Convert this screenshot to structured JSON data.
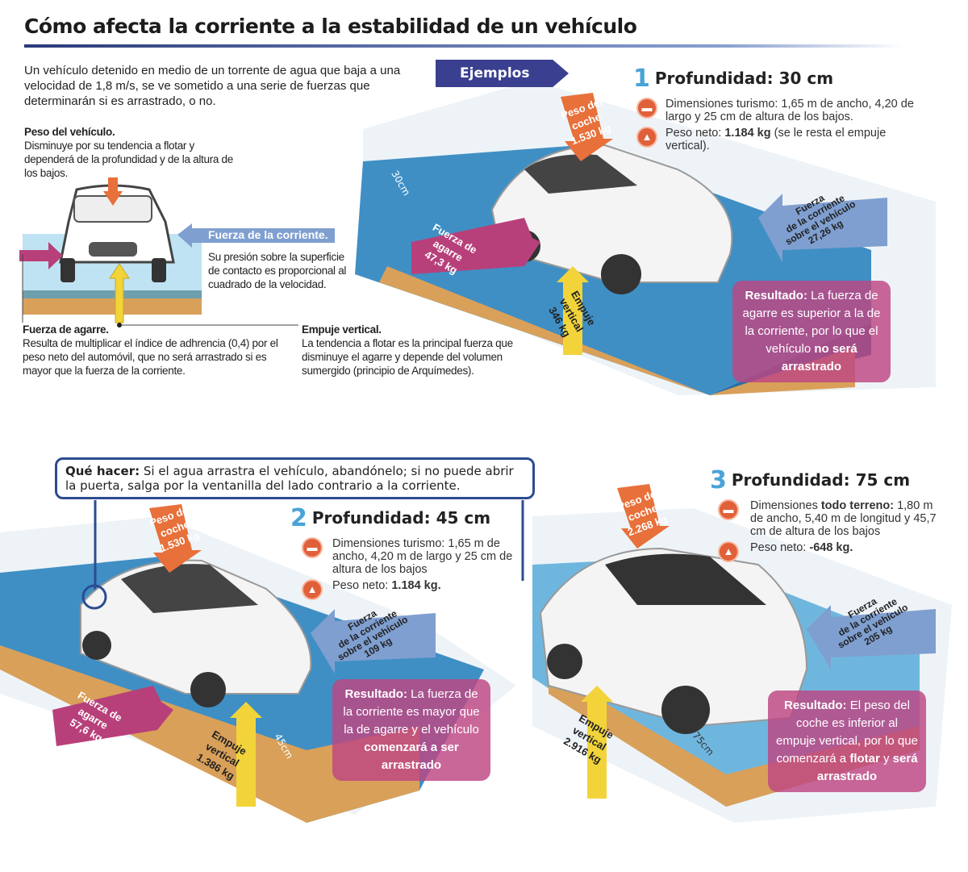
{
  "title": "Cómo afecta la corriente a la estabilidad de un vehículo",
  "intro": "Un vehículo detenido en medio de un torrente de agua que baja a una velocidad de 1,8 m/s, se ve sometido a una serie de fuerzas que determinarán si es arrastrado, o no.",
  "peso_vehiculo": {
    "heading": "Peso del vehículo.",
    "text": "Disminuye por su tendencia a flotar y dependerá de la profundidad y de la altura de los bajos."
  },
  "fuerza_corriente": {
    "label": "Fuerza de la corriente.",
    "text": "Su presión sobre la superficie de contacto es proporcional al cuadrado de la velocidad."
  },
  "fuerza_agarre": {
    "heading": "Fuerza de agarre.",
    "text": "Resulta de multiplicar el índice de adhrencia (0,4) por el peso neto del automóvil, que no será arrastrado si es mayor que la fuerza de la corriente."
  },
  "empuje_vertical": {
    "heading": "Empuje vertical.",
    "text": "La tendencia a flotar es la principal fuerza que disminuye el agarre y depende del volumen sumergido (principio de Arquímedes)."
  },
  "ejemplos": "Ejemplos",
  "colors": {
    "water": "#3f8fc4",
    "ground": "#d9a05a",
    "agarre": "#b8407a",
    "corriente": "#7f9fd0",
    "empuje": "#f2d43a",
    "peso": "#e8703a",
    "resultado": "#be4682",
    "accent": "#2a3a7a"
  },
  "icons": [
    "car-dimensions-icon",
    "weight-icon"
  ],
  "scene1": {
    "number": "1",
    "title": "Profundidad: 30 cm",
    "dims": "Dimensiones turismo: 1,65 m de ancho, 4,20 de largo y 25 cm de altura de los bajos.",
    "peso_pre": "Peso neto: ",
    "peso_bold": "1.184 kg",
    "peso_post": " (se le resta el empuje vertical).",
    "depth": "30cm",
    "peso": [
      "Peso del",
      "coche",
      "1.530 kg"
    ],
    "corriente": [
      "Fuerza",
      "de la corriente",
      "sobre el vehículo",
      "27,26 kg"
    ],
    "agarre": [
      "Fuerza de",
      "agarre",
      "47,3 kg"
    ],
    "empuje": [
      "Empuje",
      "vertical",
      "346 kg"
    ],
    "res_lead": "Resultado:",
    "res_text": " La fuerza de agarre es superior a la de la corriente, por lo que el vehículo ",
    "res_bold": "no será arrastrado"
  },
  "que_hacer": {
    "lead": "Qué hacer:",
    "text": " Si el agua arrastra el vehículo, abandónelo; si no puede abrir la puerta, salga por la ventanilla del lado contrario a la corriente."
  },
  "scene2": {
    "number": "2",
    "title": "Profundidad: 45 cm",
    "dims": "Dimensiones turismo: 1,65 m de ancho, 4,20 m de largo y 25 cm de altura de los bajos",
    "peso_pre": "Peso neto: ",
    "peso_bold": "1.184 kg.",
    "depth": "45cm",
    "peso": [
      "Peso del",
      "coche",
      "1.530 kg"
    ],
    "corriente": [
      "Fuerza",
      "de la corriente",
      "sobre el vehículo",
      "109 kg"
    ],
    "agarre": [
      "Fuerza de",
      "agarre",
      "57,6 kg"
    ],
    "empuje": [
      "Empuje",
      "vertical",
      "1.386 kg"
    ],
    "res_lead": "Resultado:",
    "res_text": " La fuerza de la corriente es mayor que la de agarre y el vehículo ",
    "res_bold": "comenzará a ser arrastrado"
  },
  "scene3": {
    "number": "3",
    "title": "Profundidad: 75 cm",
    "dims_pre": "Dimensiones ",
    "dims_bold": "todo terreno:",
    "dims_post": " 1,80 m de ancho, 5,40 m de longitud y 45,7 cm de altura de los bajos",
    "peso_pre": "Peso neto: ",
    "peso_bold": "-648 kg.",
    "depth": "75cm",
    "peso": [
      "Peso del",
      "coche",
      "2.268 kg"
    ],
    "corriente": [
      "Fuerza",
      "de la corriente",
      "sobre el vehículo",
      "205 kg"
    ],
    "empuje": [
      "Empuje",
      "vertical",
      "2.916 kg"
    ],
    "res_lead": "Resultado:",
    "res_text": " El peso del coche es inferior al empuje vertical, por lo que comenzará a ",
    "res_bold": "flotar",
    "res_text2": " y ",
    "res_bold2": "será arrastrado"
  }
}
